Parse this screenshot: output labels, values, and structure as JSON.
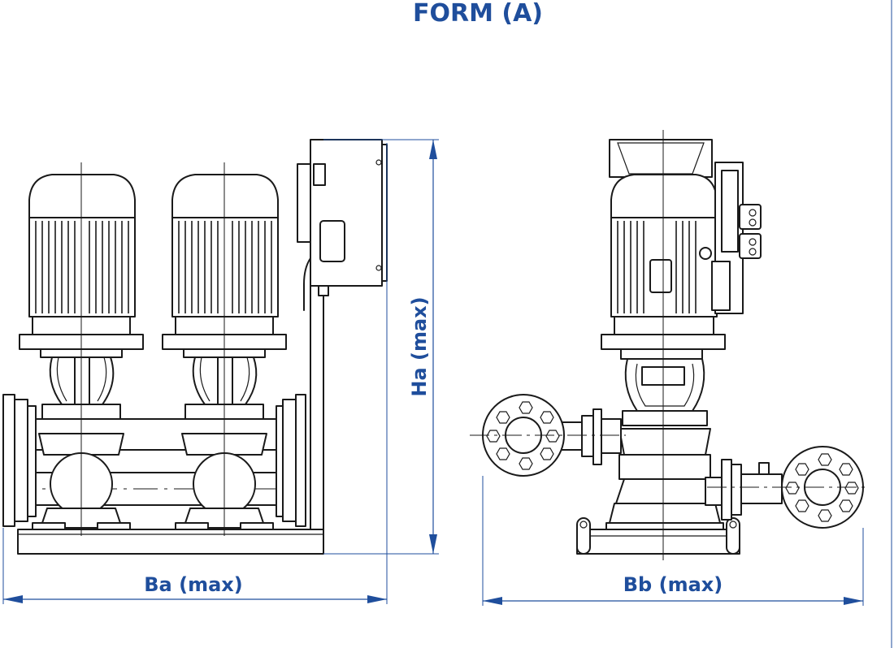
{
  "title": "FORM (A)",
  "dimensions": {
    "width_front": "Ba (max)",
    "height": "Ha (max)",
    "width_side": "Bb (max)"
  },
  "colors": {
    "dimension_blue": "#1f4e9c",
    "line": "#1a1a1a"
  }
}
